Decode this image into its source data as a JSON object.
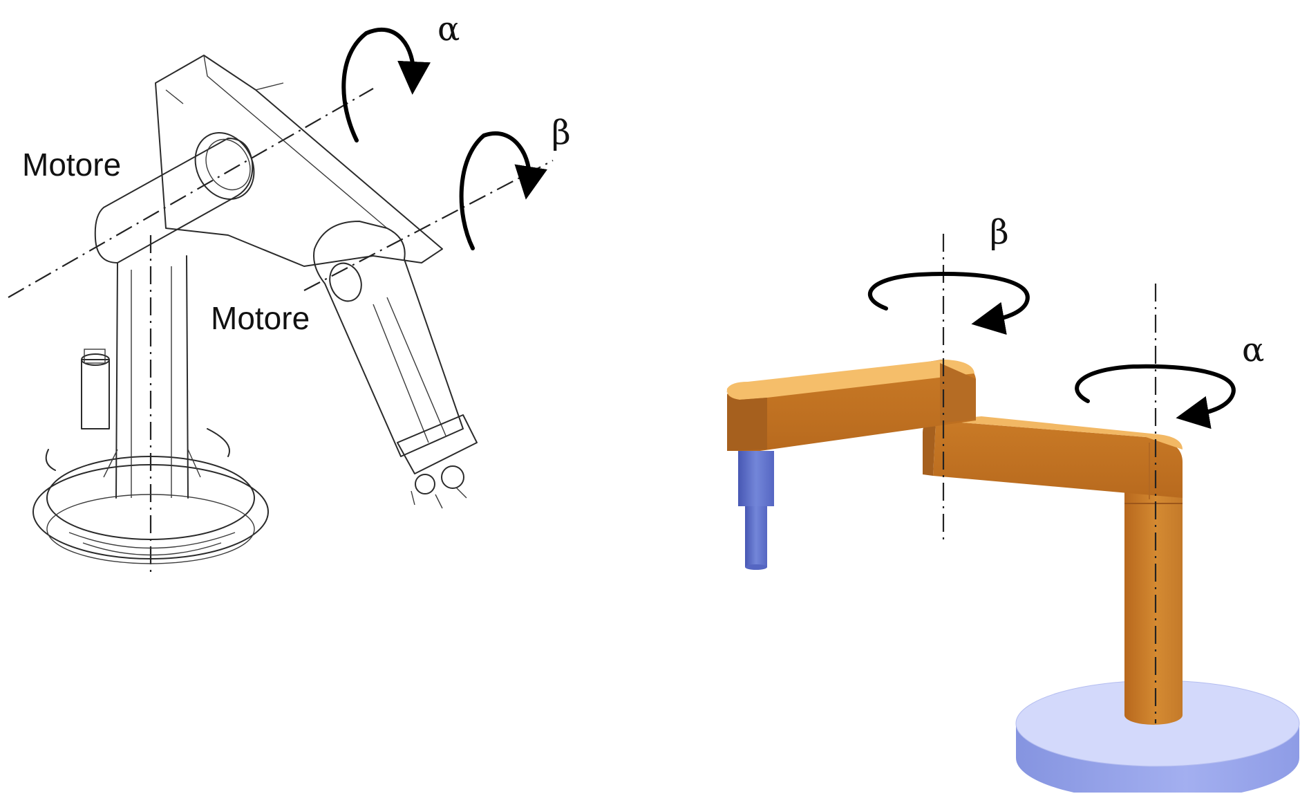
{
  "left_diagram": {
    "motor_label_top": "Motore",
    "motor_label_bottom": "Motore",
    "rotation_alpha": "α",
    "rotation_beta": "β"
  },
  "right_diagram": {
    "rotation_beta": "β",
    "rotation_alpha": "α",
    "colors": {
      "arm": "#d48a32",
      "arm_top": "#f2b864",
      "arm_shadow": "#a6601e",
      "tool": "#5e72cc",
      "base": "#a9b5f0"
    }
  }
}
